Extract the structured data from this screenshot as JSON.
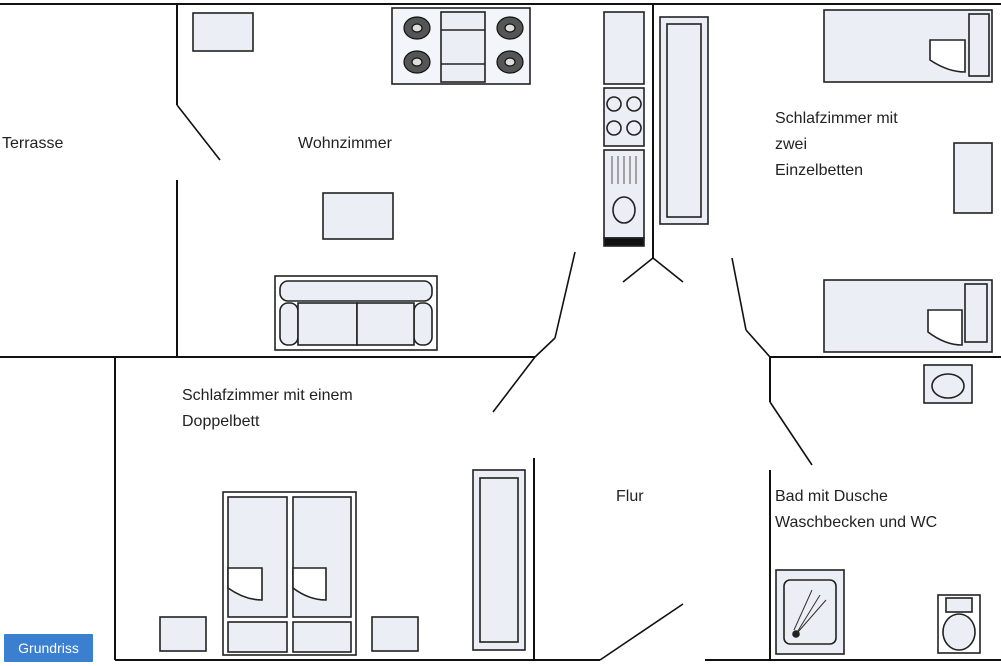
{
  "colors": {
    "wall": "#111111",
    "furniture_fill": "#eceef6",
    "furniture_stroke": "#222222",
    "badge": "#3a7fd0"
  },
  "rooms": {
    "terrace": "Terrasse",
    "living": "Wohnzimmer",
    "bedroom_twin": "Schlafzimmer mit\nzwei\nEinzelbetten",
    "bedroom_double": "Schlafzimmer mit einem\nDoppelbett",
    "hall": "Flur",
    "bath": "Bad mit Dusche\nWaschbecken und WC"
  },
  "badge": {
    "label": "Grundriss"
  }
}
